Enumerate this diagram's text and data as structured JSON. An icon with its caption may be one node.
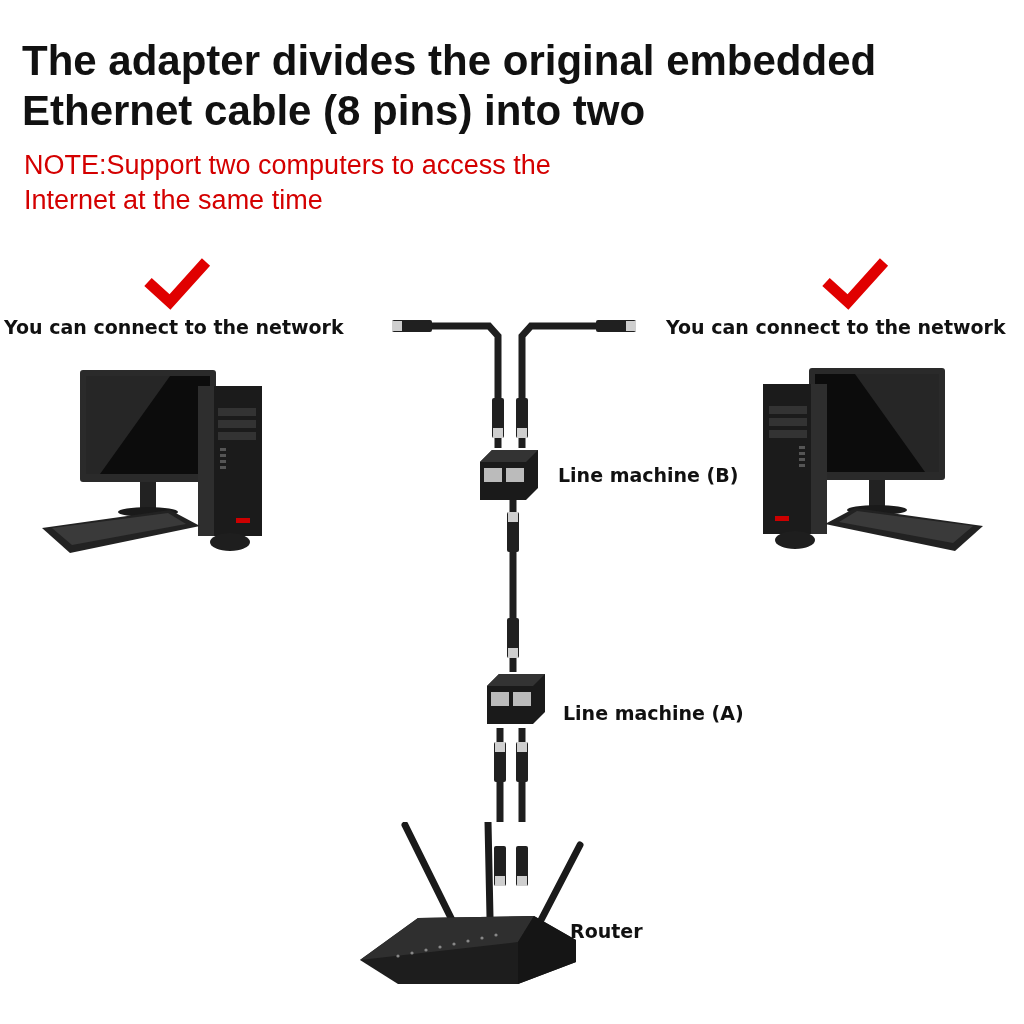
{
  "diagram": {
    "title": "The adapter divides the original embedded Ethernet cable (8 pins) into two",
    "nodes": [
      {
        "text": [],
        "shape": "picture"
      },
      {
        "text": [],
        "shape": "picture"
      },
      {
        "text": [],
        "shape": "picture",
        "beside": [
          "Line machine (B)"
        ]
      },
      {
        "text": [],
        "shape": "picture",
        "beside": [
          "Line machine (A)"
        ]
      },
      {
        "text": [],
        "shape": "picture",
        "beside": [
          "Router"
        ]
      }
    ],
    "edges": [
      {
        "from": 2,
        "to": null,
        "arrow": "none"
      },
      {
        "from": 2,
        "to": null,
        "arrow": "none"
      },
      {
        "from": 3,
        "to": 2,
        "arrow": "none"
      },
      {
        "from": 4,
        "to": 3,
        "arrow": "none"
      },
      {
        "from": 4,
        "to": 3,
        "arrow": "none"
      }
    ],
    "labels": [
      "NOTE:Support two computers to access the Internet at the same time",
      "You can connect to the network",
      "You can connect to the network"
    ]
  }
}
